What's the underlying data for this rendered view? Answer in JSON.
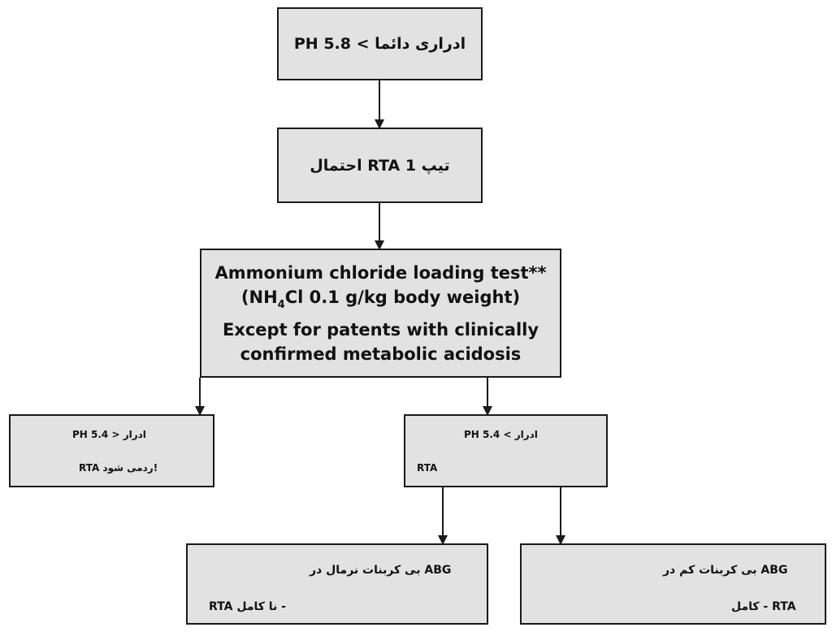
{
  "nodes": {
    "urine_ph_box": {
      "text": "PH ادراری دائما >  5.8"
    },
    "rta1_box": {
      "text": "احتمال RTA تیپ 1"
    },
    "nh4cl_box": {
      "line1": "Ammonium chloride loading test**",
      "line2_a": "(NH",
      "line2_sub": "4",
      "line2_b": "Cl 0.1 g/kg body weight)",
      "line3": "Except for patents with clinically",
      "line4": "confirmed metabolic acidosis"
    },
    "left_result_box": {
      "line1": "PH ادرار < 5.4",
      "line2": "RTA ردمی شود!"
    },
    "right_result_box": {
      "line1": "PH ادرار > 5.4",
      "line2": "RTA"
    },
    "normal_bicarb_box": {
      "line1": "بی کربنات نرمال در ABG",
      "line2": "RTA نا کامل -"
    },
    "low_bicarb_box": {
      "line1": "بی کربنات کم در ABG",
      "line2": "کامل - RTA"
    }
  },
  "colors": {
    "box_fill": "#e2e2e2",
    "box_border": "#1a1a1a",
    "arrow": "#1a1a1a"
  }
}
